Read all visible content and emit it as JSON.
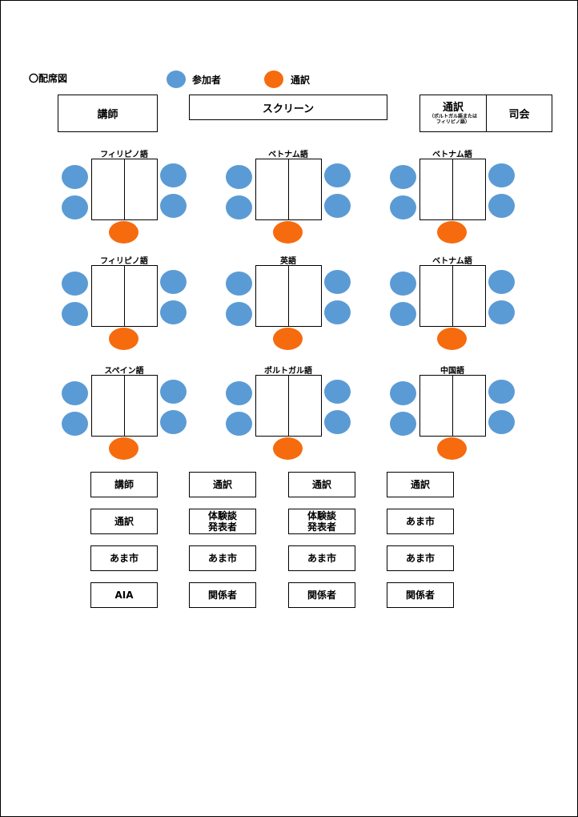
{
  "title": "〇配席図",
  "legend": {
    "participant": "参加者",
    "interpreter": "通訳",
    "participant_color": "#5b9bd5",
    "interpreter_color": "#f66b0e"
  },
  "top_boxes": {
    "lecturer": "講師",
    "screen": "スクリーン",
    "interpreter_title": "通訳",
    "interpreter_sub": "（ポルトガル語または\nフィリピノ語）",
    "mc": "司会"
  },
  "groups": [
    {
      "label": "フィリピノ語"
    },
    {
      "label": "ベトナム語"
    },
    {
      "label": "ベトナム語"
    },
    {
      "label": "フィリピノ語"
    },
    {
      "label": "英語"
    },
    {
      "label": "ベトナム語"
    },
    {
      "label": "スペイン語"
    },
    {
      "label": "ポルトガル語"
    },
    {
      "label": "中国語"
    }
  ],
  "badges": [
    [
      "講師",
      "通訳",
      "通訳",
      "通訳"
    ],
    [
      "通訳",
      "体験談\n発表者",
      "体験談\n発表者",
      "あま市"
    ],
    [
      "あま市",
      "あま市",
      "あま市",
      "あま市"
    ],
    [
      "AIA",
      "関係者",
      "関係者",
      "関係者"
    ]
  ]
}
